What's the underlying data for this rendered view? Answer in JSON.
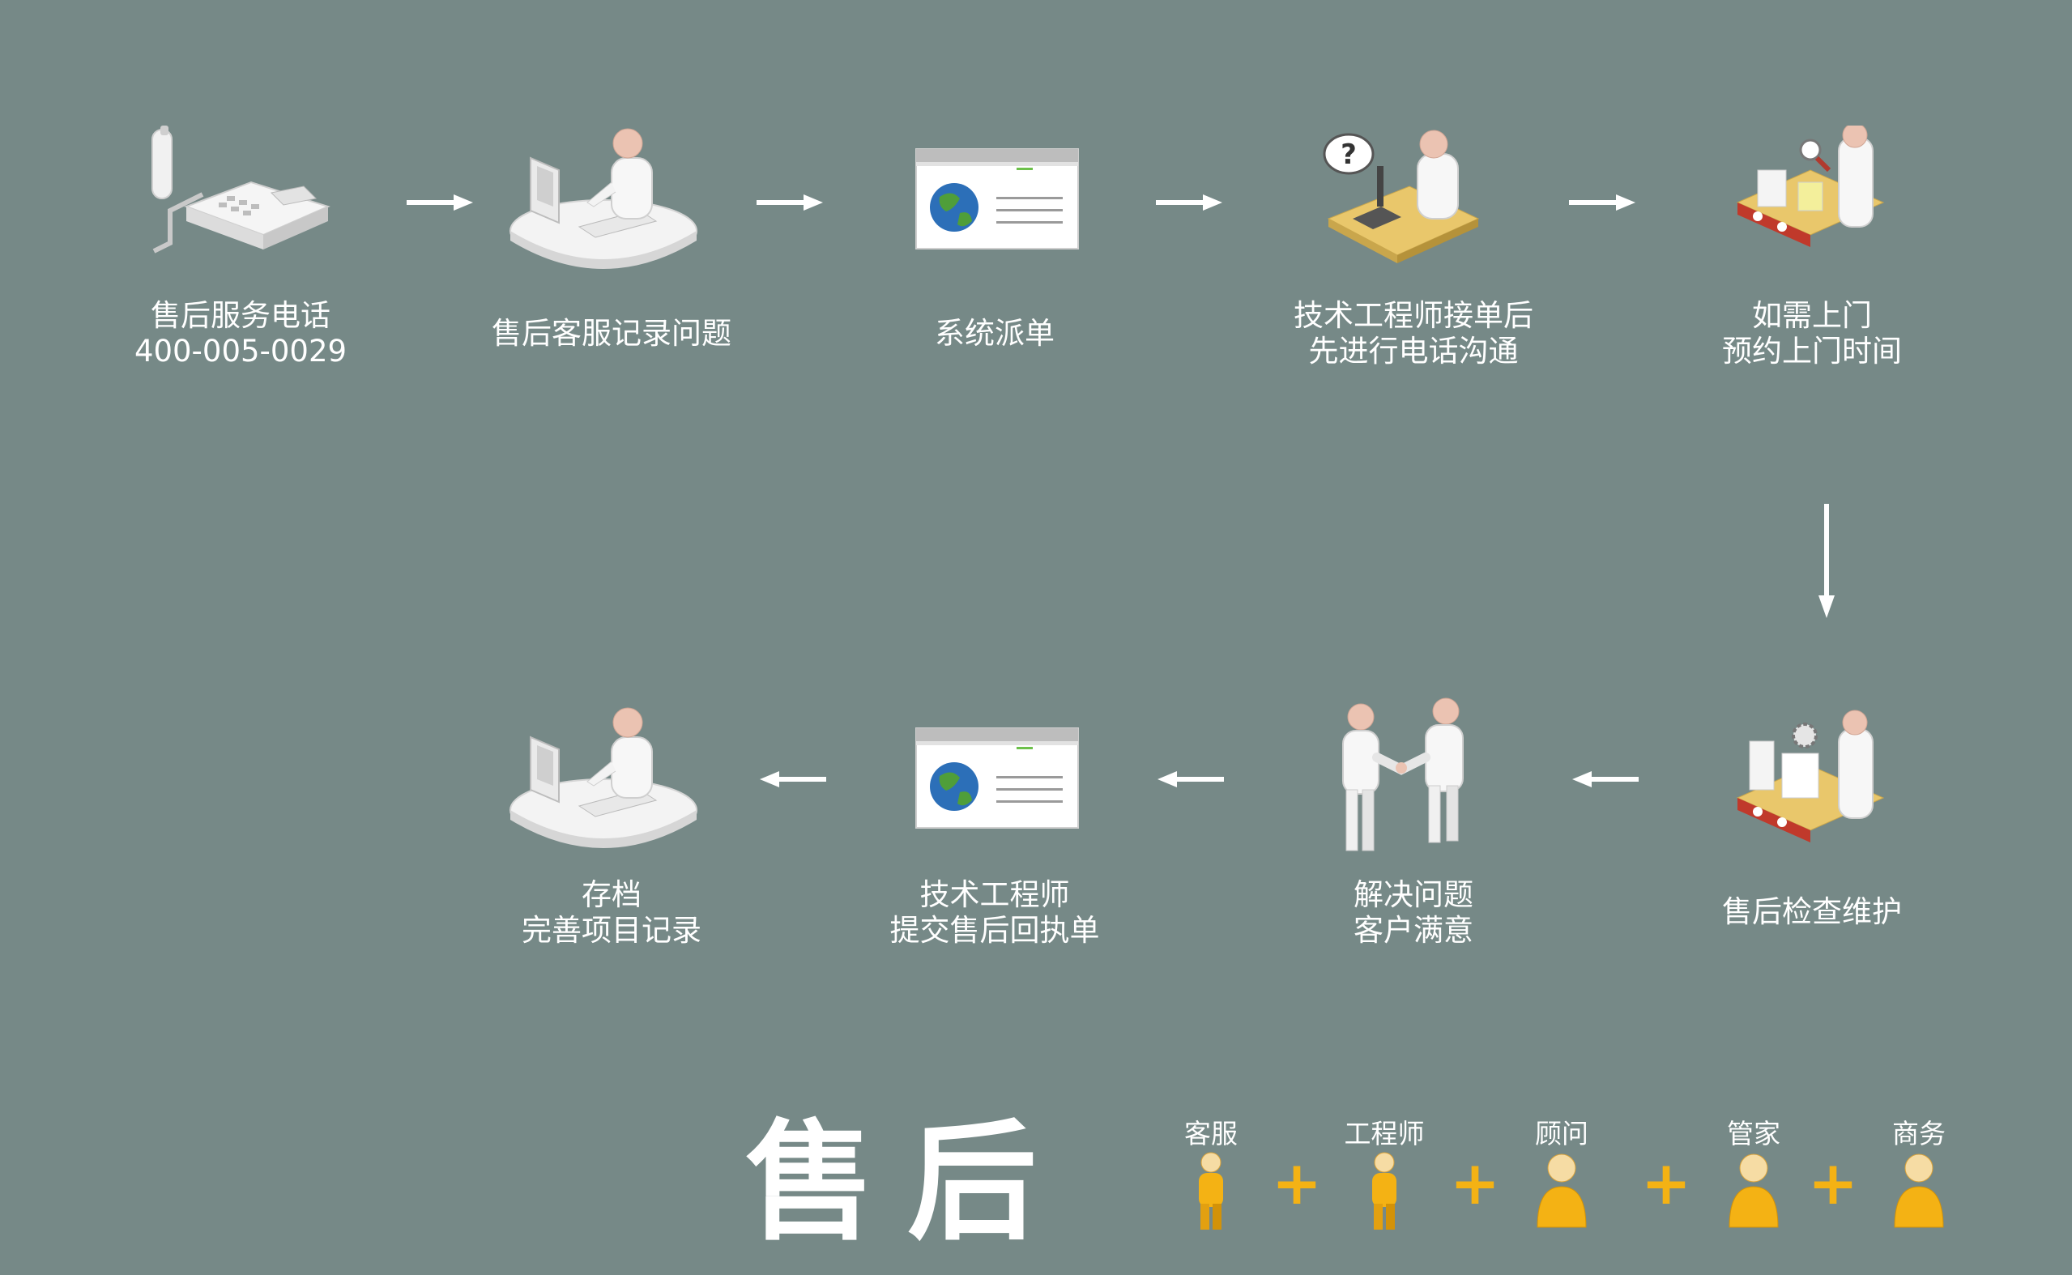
{
  "steps": [
    {
      "id": "phone",
      "icon": "telephone-icon",
      "lines": [
        "售后服务电话",
        "400-005-0029"
      ]
    },
    {
      "id": "record",
      "icon": "service-desk-icon",
      "lines": [
        "售后客服记录问题"
      ]
    },
    {
      "id": "dispatch",
      "icon": "web-window-icon",
      "lines": [
        "系统派单"
      ]
    },
    {
      "id": "call",
      "icon": "engineer-phone-icon",
      "lines": [
        "技术工程师接单后",
        "先进行电话沟通"
      ]
    },
    {
      "id": "visit",
      "icon": "inspection-line-icon",
      "lines": [
        "如需上门",
        "预约上门时间"
      ]
    },
    {
      "id": "maintain",
      "icon": "maintenance-line-icon",
      "lines": [
        "售后检查维护"
      ]
    },
    {
      "id": "solved",
      "icon": "handshake-icon",
      "lines": [
        "解决问题",
        "客户满意"
      ]
    },
    {
      "id": "receipt",
      "icon": "web-window-icon",
      "lines": [
        "技术工程师",
        "提交售后回执单"
      ]
    },
    {
      "id": "archive",
      "icon": "service-desk-icon",
      "lines": [
        "存档",
        "完善项目记录"
      ]
    }
  ],
  "title": "售后",
  "team": {
    "roles": [
      "客服",
      "工程师",
      "顾问",
      "管家",
      "商务"
    ],
    "plus": "+"
  },
  "colors": {
    "background": "#768987",
    "text": "#ffffff",
    "accent": "#f4b214"
  }
}
